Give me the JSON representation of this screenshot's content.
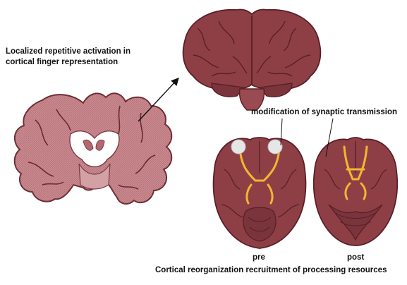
{
  "labels": {
    "activation_line1": "Localized repetitive activation in",
    "activation_line2": "cortical finger representation",
    "synaptic": "modification of synaptic transmission",
    "pre": "pre",
    "post": "post",
    "reorganization": "Cortical reorganization recruitment of processing resources"
  },
  "colors": {
    "brain_fill": "#8e3f46",
    "brain_dark": "#5a1f27",
    "coronal_fill": "#c88a8f",
    "pathway": "#f2b632",
    "spot": "#e6e6e6",
    "arrow": "#111111"
  }
}
